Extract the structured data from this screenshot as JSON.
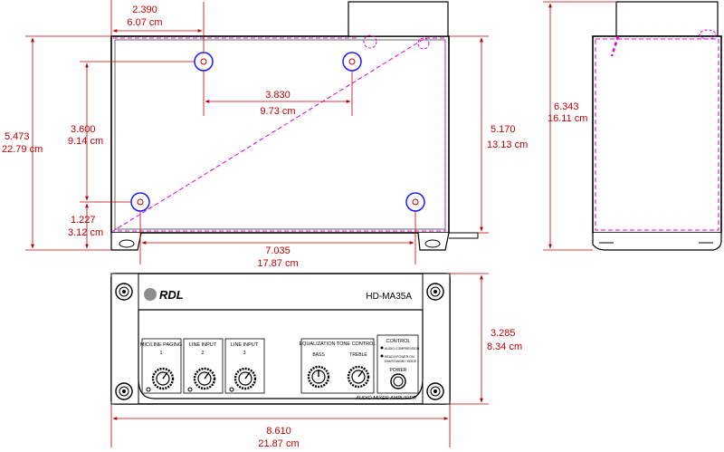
{
  "dimensions": {
    "top_left_offset": {
      "in": "2.390",
      "cm": "6.07 cm"
    },
    "hole_spacing": {
      "in": "3.830",
      "cm": "9.73 cm"
    },
    "overall_depth": {
      "in": "5.473",
      "cm": "22.79 cm"
    },
    "hole_depth": {
      "in": "3.600",
      "cm": "9.14 cm"
    },
    "bottom_offset": {
      "in": "1.227",
      "cm": "3.12 cm"
    },
    "body_depth": {
      "in": "5.170",
      "cm": "13.13 cm"
    },
    "foot_spacing": {
      "in": "7.035",
      "cm": "17.87 cm"
    },
    "side_depth": {
      "in": "6.343",
      "cm": "16.11 cm"
    },
    "front_height": {
      "in": "3.285",
      "cm": "8.34 cm"
    },
    "front_width": {
      "in": "8.610",
      "cm": "21.87 cm"
    }
  },
  "front_panel": {
    "logo": "RDL",
    "model": "HD-MA35A",
    "footer": "AUDIO MIXER AMPLIFIER",
    "inputs": [
      {
        "title": "MIC/LINE PAGING",
        "number": "1"
      },
      {
        "title": "LINE INPUT",
        "number": "2"
      },
      {
        "title": "LINE INPUT",
        "number": "3"
      }
    ],
    "eq": {
      "title": "EQUALIZATION TONE CONTROL",
      "bass": "BASS",
      "treble": "TREBLE"
    },
    "control": {
      "title": "CONTROL",
      "led1": "AUDIO COMPRESSION",
      "led2": "READY/POWER ON",
      "led3": "DIM/STANDBY MODE",
      "power": "POWER"
    }
  },
  "colors": {
    "dimension": "#c00000",
    "hole": "#1a1aff",
    "hidden": "#e000e0"
  }
}
